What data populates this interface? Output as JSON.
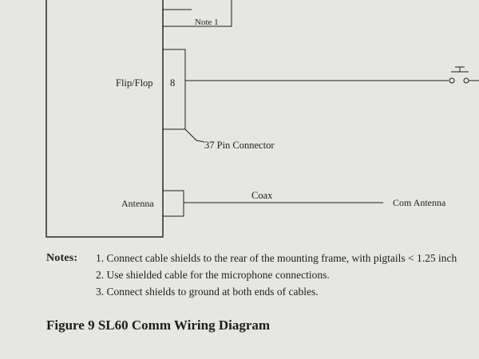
{
  "diagram": {
    "note_box_label": "Note 1",
    "flip_flop_label": "Flip/Flop",
    "flip_flop_pin": "8",
    "connector_label": "37 Pin Connector",
    "antenna_label": "Antenna",
    "coax_label": "Coax",
    "com_antenna_label": "Com Antenna"
  },
  "notes": {
    "heading": "Notes:",
    "items": [
      "1. Connect cable shields to the rear of the mounting frame, with pigtails < 1.25 inch",
      "2. Use shielded cable for the microphone connections.",
      "3. Connect shields to ground at both ends of cables."
    ]
  },
  "figure": {
    "caption": "Figure 9 SL60 Comm Wiring Diagram"
  },
  "colors": {
    "paper": "#e6e7e3",
    "ink": "#1d1d1d"
  }
}
